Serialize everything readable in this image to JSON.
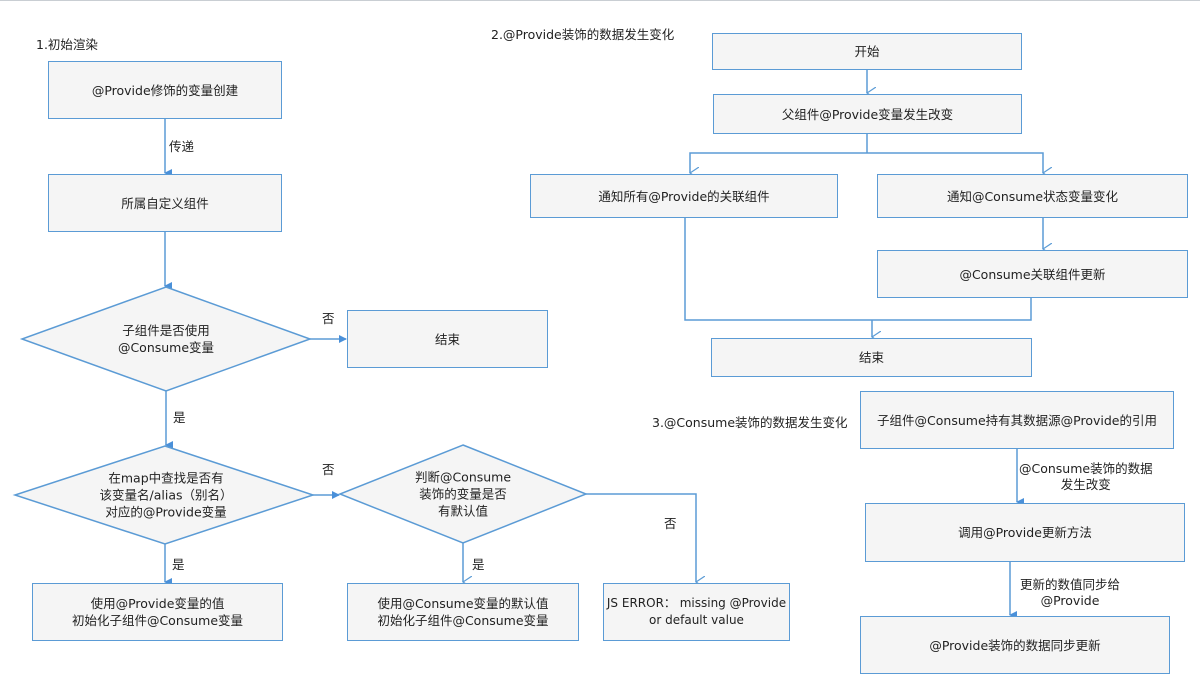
{
  "colors": {
    "border": "#5b9bd5",
    "fill": "#f5f5f5",
    "text": "#222222"
  },
  "section1": {
    "title": "1.初始渲染",
    "box_create": "@Provide修饰的变量创建",
    "edge_pass": "传递",
    "box_owner": "所属自定义组件",
    "decision_use": "子组件是否使用\n@Consume变量",
    "edge_no1": "否",
    "box_end": "结束",
    "edge_yes1": "是",
    "decision_find": "在map中查找是否有\n该变量名/alias（别名）\n对应的@Provide变量",
    "edge_no2": "否",
    "edge_yes2": "是",
    "box_use_provide": "使用@Provide变量的值\n初始化子组件@Consume变量",
    "decision_default": "判断@Consume\n装饰的变量是否\n有默认值",
    "edge_yes3": "是",
    "edge_no3": "否",
    "box_use_default": "使用@Consume变量的默认值\n初始化子组件@Consume变量",
    "box_error": "JS ERROR： missing @Provide\nor default value"
  },
  "section2": {
    "title": "2.@Provide装饰的数据发生变化",
    "box_start": "开始",
    "box_parent_change": "父组件@Provide变量发生改变",
    "box_notify_all": "通知所有@Provide的关联组件",
    "box_notify_consume": "通知@Consume状态变量变化",
    "box_consume_update": "@Consume关联组件更新",
    "box_end": "结束"
  },
  "section3": {
    "title": "3.@Consume装饰的数据发生变化",
    "box_child_ref": "子组件@Consume持有其数据源@Provide的引用",
    "edge_consume_change": "@Consume装饰的数据\n发生改变",
    "box_call_update": "调用@Provide更新方法",
    "edge_sync": "更新的数值同步给\n@Provide",
    "box_sync_update": "@Provide装饰的数据同步更新"
  }
}
